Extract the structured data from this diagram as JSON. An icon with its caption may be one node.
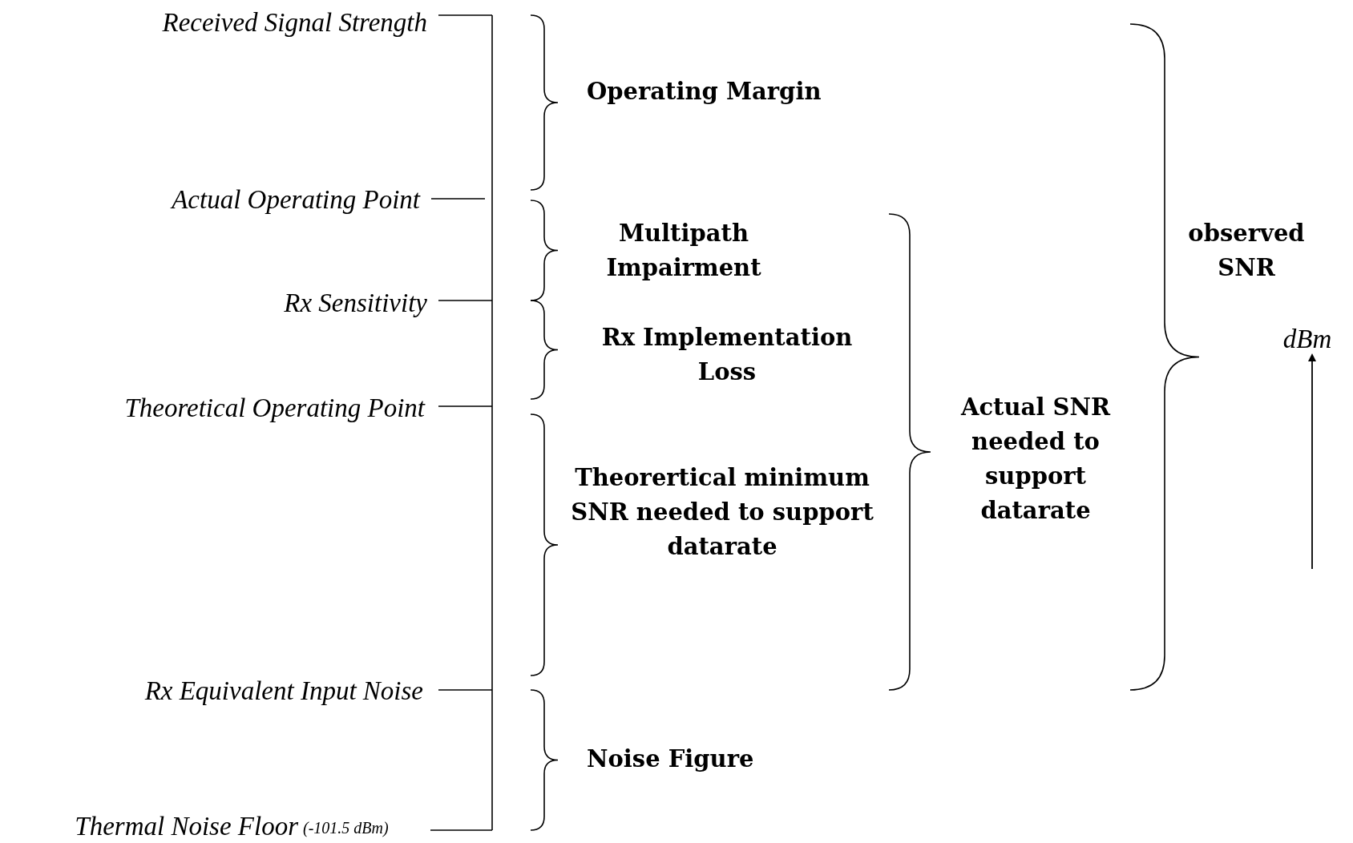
{
  "diagram": {
    "labels": [
      "Received Signal Strength",
      "Operating Margin",
      "Actual Operating Point",
      "Multipath Impairment",
      "observed SNR",
      "Rx Sensitivity",
      "Rx Implementation Loss",
      "dBm",
      "Theoretical Operating Point",
      "Actual SNR needed to support datarate",
      "Theorertical minimum SNR needed to support datarate",
      "Rx Equivalent Input Noise",
      "Noise Figure",
      "Thermal Noise Floor",
      "(-101.5 dBm)"
    ]
  }
}
